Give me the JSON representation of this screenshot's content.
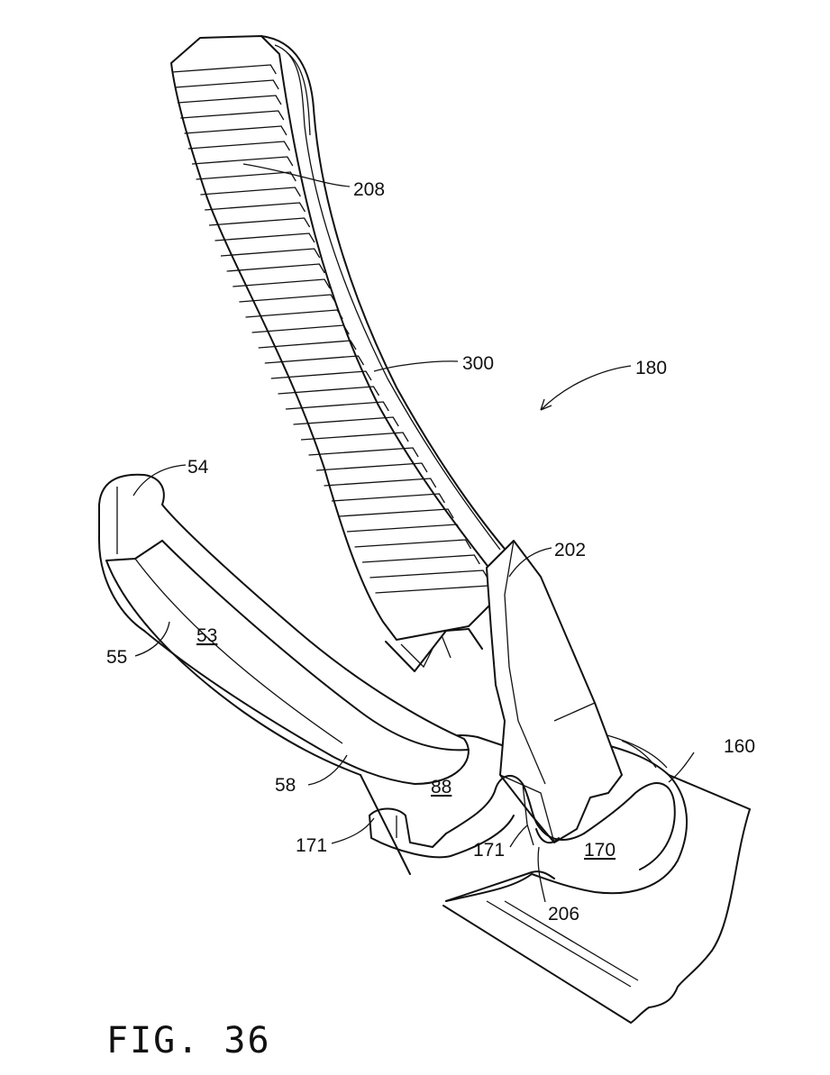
{
  "figure": {
    "caption": "FIG. 36",
    "labels": {
      "l208": "208",
      "l300": "300",
      "l180": "180",
      "l54": "54",
      "l202": "202",
      "l53": "53",
      "l55": "55",
      "l160": "160",
      "l58": "58",
      "l88": "88",
      "l171a": "171",
      "l171b": "171",
      "l170": "170",
      "l206": "206"
    },
    "underlined": [
      "53",
      "88",
      "170"
    ]
  }
}
